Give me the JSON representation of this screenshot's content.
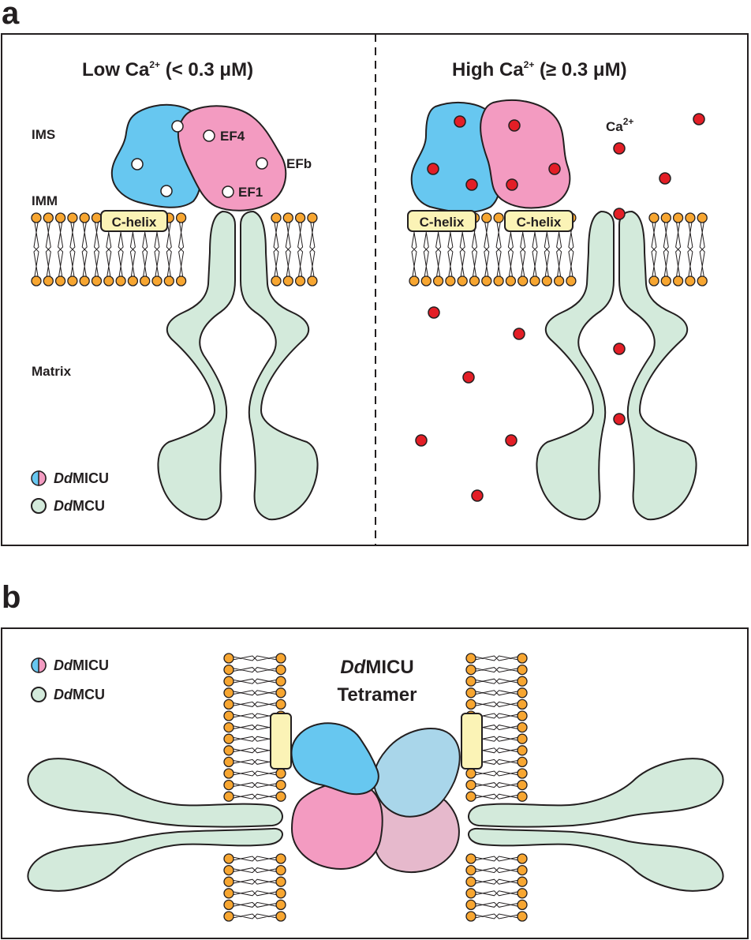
{
  "panel_a": {
    "letter": "a",
    "left": {
      "title_main": "Low Ca",
      "title_sup": "2+",
      "title_rest": " (< 0.3 μM)",
      "ims": "IMS",
      "imm": "IMM",
      "matrix": "Matrix",
      "ef4": "EF4",
      "efb": "EFb",
      "ef1": "EF1",
      "helix": "C-helix"
    },
    "right": {
      "title_main": "High Ca",
      "title_sup": "2+",
      "title_rest": " (≥ 0.3 μM)",
      "ca_main": "Ca",
      "ca_sup": "2+",
      "helix1": "C-helix",
      "helix2": "C-helix"
    },
    "legend": {
      "micu_italic": "Dd",
      "micu_rest": "MICU",
      "mcu_italic": "Dd",
      "mcu_rest": "MCU"
    }
  },
  "panel_b": {
    "letter": "b",
    "title_italic": "Dd",
    "title_rest": "MICU",
    "title_line2": "Tetramer",
    "legend": {
      "micu_italic": "Dd",
      "micu_rest": "MICU",
      "mcu_italic": "Dd",
      "mcu_rest": "MCU"
    }
  },
  "colors": {
    "micu_blue": "#67c7f0",
    "micu_pink": "#f39bc1",
    "mcu_green": "#d3eadb",
    "lipid_orange": "#f7a631",
    "calcium_red": "#e31e26",
    "helix_yellow": "#fbf3b6"
  }
}
